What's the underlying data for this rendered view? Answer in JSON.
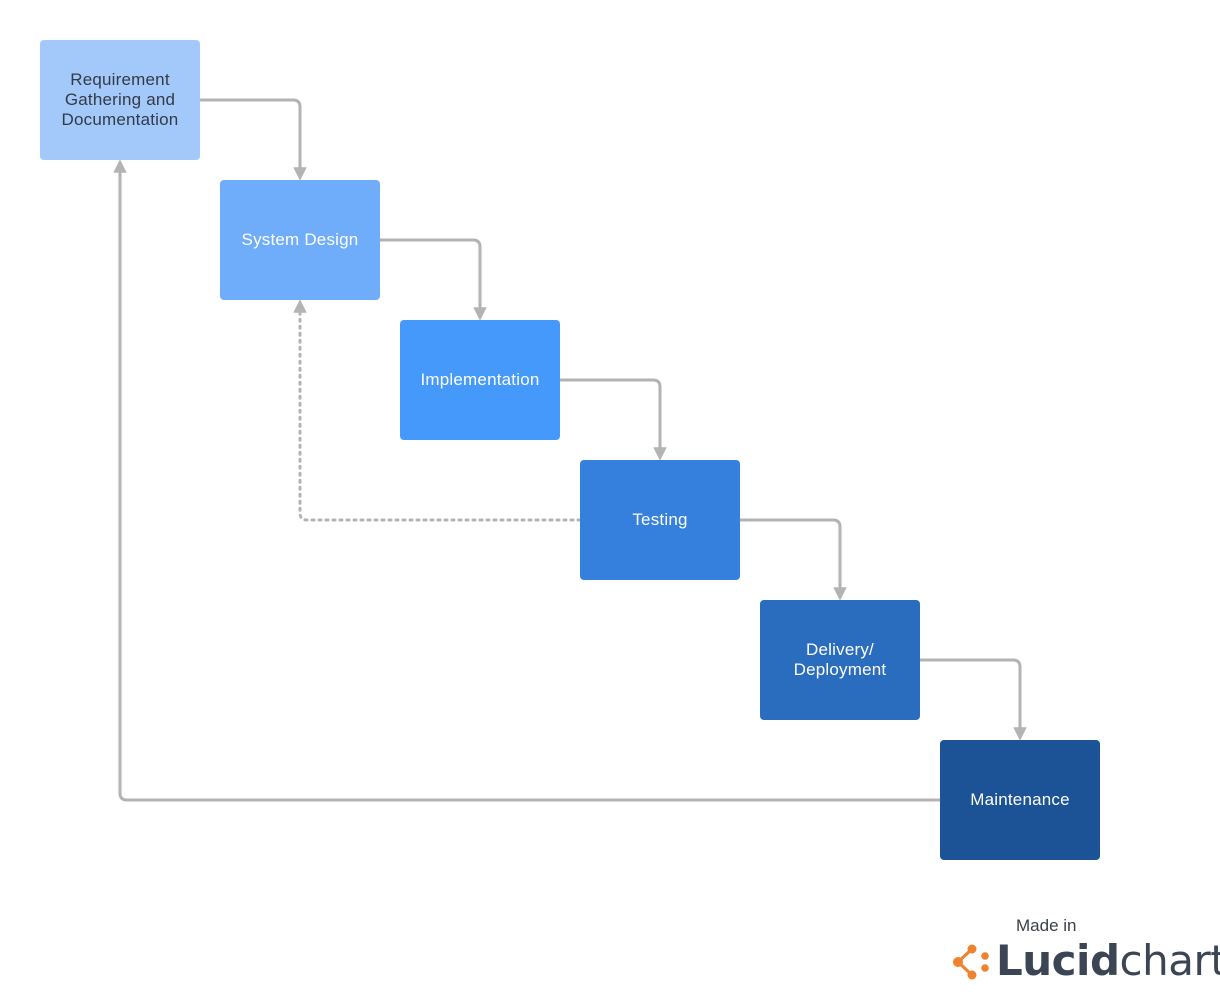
{
  "diagram": {
    "phases": [
      {
        "label": "Requirement\nGathering and\nDocumentation",
        "color": "#a3c9fb"
      },
      {
        "label": "System Design",
        "color": "#6fadfa"
      },
      {
        "label": "Implementation",
        "color": "#4599fb"
      },
      {
        "label": "Testing",
        "color": "#3480dc"
      },
      {
        "label": "Delivery/\nDeployment",
        "color": "#2a6cbe"
      },
      {
        "label": "Maintenance",
        "color": "#1c5397"
      }
    ],
    "connectors": [
      {
        "from": "Requirement Gathering and Documentation",
        "to": "System Design",
        "style": "solid"
      },
      {
        "from": "System Design",
        "to": "Implementation",
        "style": "solid"
      },
      {
        "from": "Implementation",
        "to": "Testing",
        "style": "solid"
      },
      {
        "from": "Testing",
        "to": "Delivery/Deployment",
        "style": "solid"
      },
      {
        "from": "Delivery/Deployment",
        "to": "Maintenance",
        "style": "solid"
      },
      {
        "from": "Testing",
        "to": "System Design",
        "style": "dotted"
      },
      {
        "from": "Maintenance",
        "to": "Requirement Gathering and Documentation",
        "style": "solid"
      }
    ],
    "connector_color": "#b3b3b3"
  },
  "branding": {
    "made_in": "Made in",
    "logo_word_1": "Lucid",
    "logo_word_2": "chart",
    "logo_icon": "lucidchart-logo-icon",
    "accent_color": "#f0822e"
  }
}
